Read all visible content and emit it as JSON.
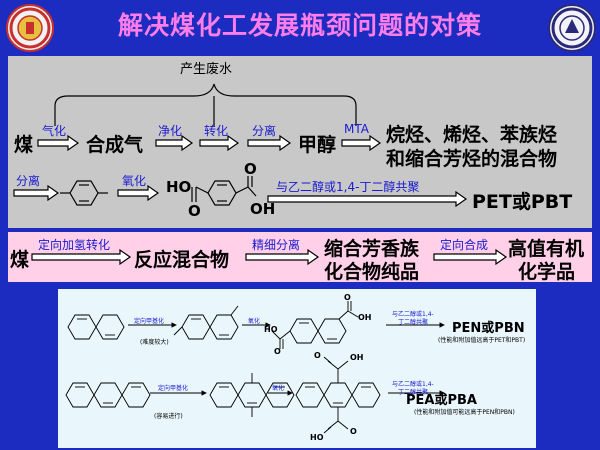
{
  "title": "解决煤化工发展瓶颈问题的对策",
  "row1": {
    "wastewater": "产生废水",
    "coal": "煤",
    "gasification": "气化",
    "syngas": "合成气",
    "purification": "净化",
    "conversion": "转化",
    "separation": "分离",
    "methanol": "甲醇",
    "mta": "MTA",
    "products_line1": "烷烃、烯烃、苯族烃",
    "products_line2": "和缩合芳烃的混合物"
  },
  "row2": {
    "separation": "分离",
    "oxidation": "氧化",
    "ho": "HO",
    "o_top": "O",
    "o_bottom": "O",
    "oh": "OH",
    "copolymerize": "与乙二醇或1,4-丁二醇共聚",
    "product": "PET或PBT"
  },
  "row3": {
    "coal": "煤",
    "directed_hydro": "定向加氢转化",
    "mixture": "反应混合物",
    "fine_separation": "精细分离",
    "pure_line1": "缩合芳香族",
    "pure_line2": "化合物纯品",
    "directed_synthesis": "定向合成",
    "high_value_line1": "高值有机",
    "high_value_line2": "化学品"
  },
  "scheme": {
    "methylation1": "定向甲基化",
    "difficulty": "(难度较大)",
    "oxidation1": "氧化",
    "copoly1_line1": "与乙二醇或1,4-",
    "copoly1_line2": "丁二醇共聚",
    "product1": "PEN或PBN",
    "note1": "(性能和附加值远高于PET和PBT)",
    "methylation2": "定向甲基化",
    "easy": "(容易进行)",
    "oxidation2": "氧化",
    "copoly2_line1": "与乙二醇或1,4-",
    "copoly2_line2": "丁二醇共聚",
    "product2": "PEA或PBA",
    "note2": "(性能和附加值可能远高于PEN和PBN)",
    "ho": "HO",
    "o": "O",
    "oh": "OH"
  }
}
